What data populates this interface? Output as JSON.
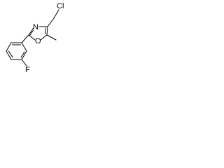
{
  "molecule": {
    "atoms": {
      "chlorine": "Cl",
      "ring_nitrogen": "N",
      "ring_oxygen": "O",
      "fluorine": "F"
    },
    "colors": {
      "bond": "#000000",
      "label": "#000000",
      "background": "#ffffff"
    }
  }
}
